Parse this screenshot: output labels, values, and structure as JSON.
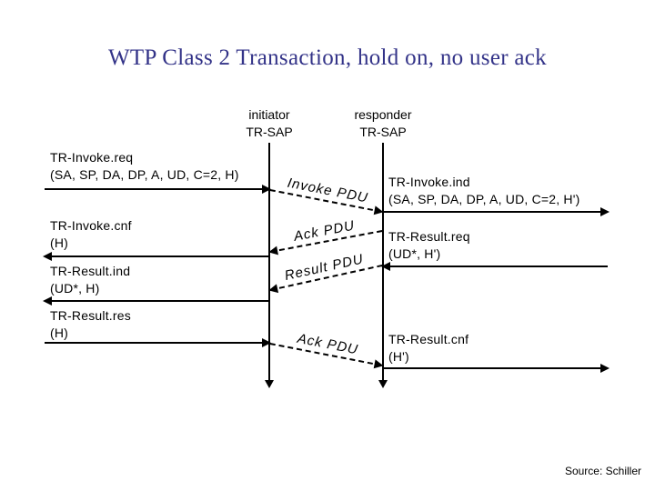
{
  "title": "WTP Class 2 Transaction, hold on, no user ack",
  "source_note": "Source: Schiller",
  "colors": {
    "title": "#333388",
    "line": "#000000",
    "background": "#ffffff"
  },
  "columns": [
    {
      "id": "initiator",
      "role": "initiator",
      "sap": "TR-SAP"
    },
    {
      "id": "responder",
      "role": "responder",
      "sap": "TR-SAP"
    }
  ],
  "left_events": [
    {
      "name": "TR-Invoke.req",
      "params": "(SA, SP, DA, DP, A, UD, C=2, H)",
      "direction": "right"
    },
    {
      "name": "TR-Invoke.cnf",
      "params": "(H)",
      "direction": "left"
    },
    {
      "name": "TR-Result.ind",
      "params": "(UD*, H)",
      "direction": "left"
    },
    {
      "name": "TR-Result.res",
      "params": "(H)",
      "direction": "right"
    }
  ],
  "right_events": [
    {
      "name": "TR-Invoke.ind",
      "params": "(SA, SP, DA, DP, A, UD, C=2, H')",
      "direction": "right"
    },
    {
      "name": "TR-Result.req",
      "params": "(UD*, H')",
      "direction": "left"
    },
    {
      "name": "TR-Result.cnf",
      "params": "(H')",
      "direction": "right"
    }
  ],
  "pdus": [
    {
      "label": "Invoke PDU",
      "from": "initiator",
      "to": "responder"
    },
    {
      "label": "Ack PDU",
      "from": "responder",
      "to": "initiator"
    },
    {
      "label": "Result PDU",
      "from": "responder",
      "to": "initiator"
    },
    {
      "label": "Ack PDU",
      "from": "initiator",
      "to": "responder"
    }
  ]
}
